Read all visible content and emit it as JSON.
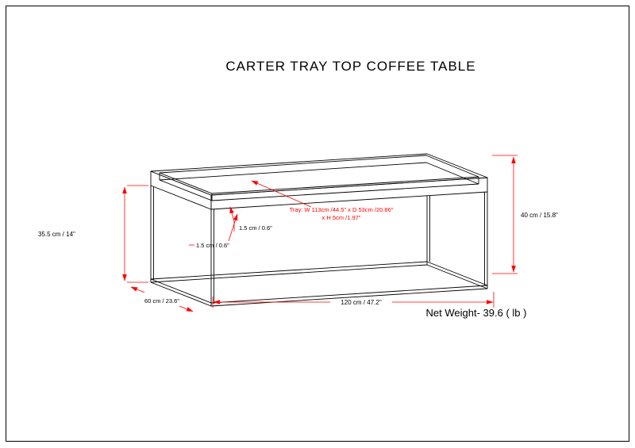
{
  "title": "CARTER  TRAY TOP COFFEE TABLE",
  "dimensions": {
    "height_left": "35.5 cm / 14\"",
    "height_right": "40 cm / 15.8\"",
    "width": "120 cm / 47.2\"",
    "depth": "60 cm / 23.6\"",
    "rim_a": "1.5 cm / 0.6\"",
    "rim_b": "1.5 cm / 0.6\"",
    "tray_line1": "Tray: W 113cm /44.5\" x D 53cm /20.86\"",
    "tray_line2": "x H 5cm /1.97\""
  },
  "net_weight": "Net Weight- 39.6 ( lb )",
  "colors": {
    "dimension_red": "#ff0000",
    "line_black": "#000000",
    "background": "#ffffff"
  }
}
